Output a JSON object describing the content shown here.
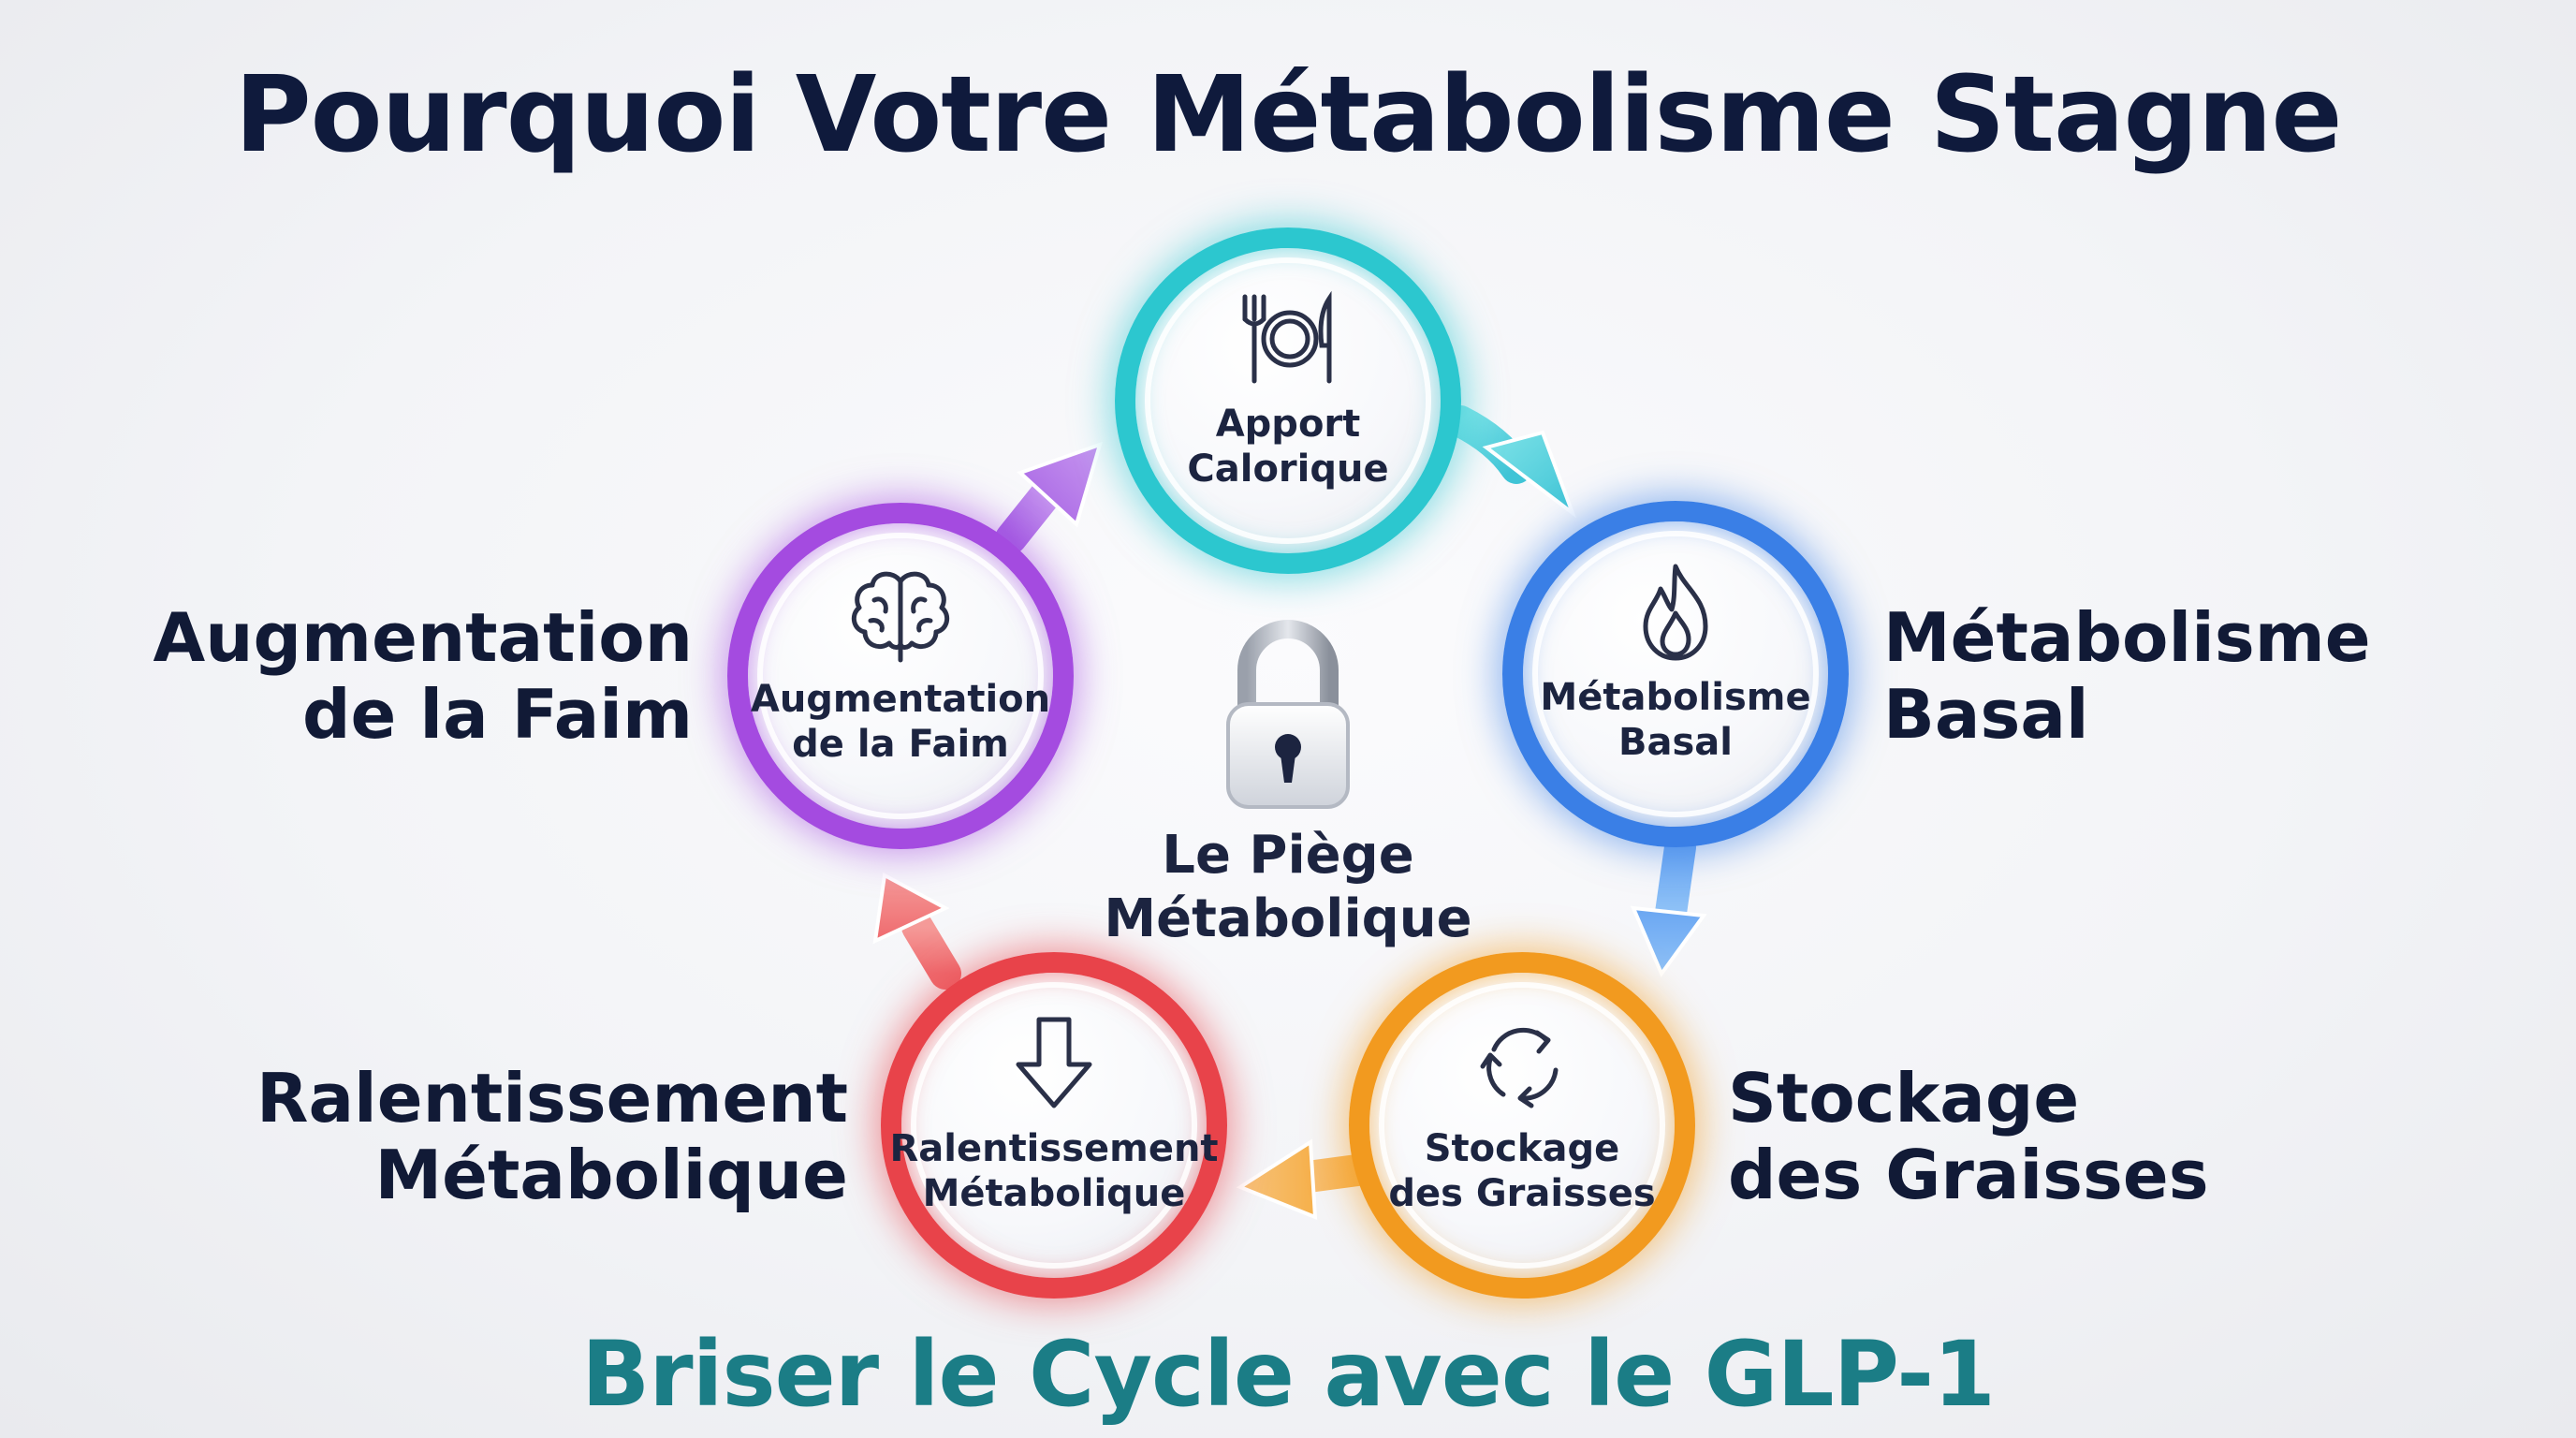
{
  "title": "Pourquoi Votre Métabolisme Stagne",
  "footer": "Briser le Cycle avec le GLP-1",
  "center": {
    "line1": "Le Piège",
    "line2": "Métabolique",
    "icon": "padlock-icon"
  },
  "nodes": {
    "apport": {
      "line1": "Apport",
      "line2": "Calorique",
      "icon": "plate-fork-knife-icon",
      "color": "#2cc7cf"
    },
    "basal": {
      "line1": "Métabolisme",
      "line2": "Basal",
      "icon": "flame-icon",
      "color": "#3a7fe6"
    },
    "stockage": {
      "line1": "Stockage",
      "line2": "des Graisses",
      "icon": "recycle-arrows-icon",
      "color": "#f29a1f"
    },
    "ralentissement": {
      "line1": "Ralentissement",
      "line2": "Métabolique",
      "icon": "down-arrow-icon",
      "color": "#e8434a"
    },
    "faim": {
      "line1": "Augmentation",
      "line2": "de la Faim",
      "icon": "brain-icon",
      "color": "#a44be0"
    }
  },
  "side_labels": {
    "faim": {
      "line1": "Augmentation",
      "line2": "de la Faim"
    },
    "basal": {
      "line1": "Métabolisme",
      "line2": "Basal"
    },
    "ralentissement": {
      "line1": "Ralentissement",
      "line2": "Métabolique"
    },
    "stockage": {
      "line1": "Stockage",
      "line2": "des Graisses"
    }
  }
}
